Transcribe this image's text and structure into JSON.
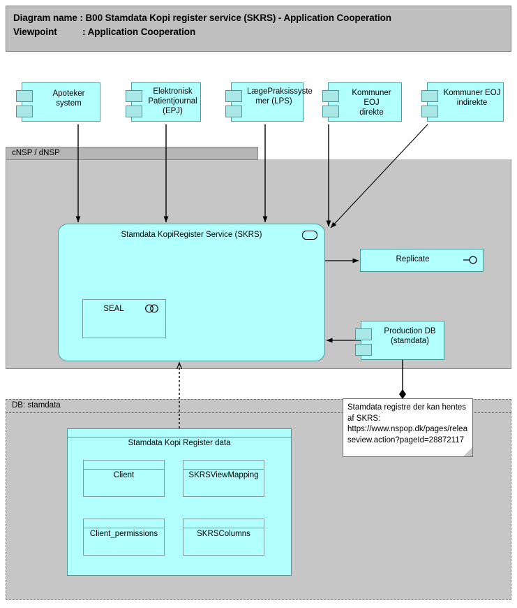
{
  "header": {
    "diagram_name_key": "Diagram name",
    "diagram_name_value": ": B00 Stamdata Kopi register service (SKRS) - Application Cooperation",
    "viewpoint_key": "Viewpoint",
    "viewpoint_value": ": Application Cooperation",
    "line1": "Diagram name : B00 Stamdata Kopi register service (SKRS) - Application Cooperation",
    "line2": "Viewpoint          : Application Cooperation"
  },
  "colors": {
    "element_fill": "#b2ffff",
    "element_border": "#4a9a9a",
    "group_fill": "#c6c6c6",
    "group_tab_fill": "#b5b5b5",
    "title_fill": "#bfbfbf",
    "note_fill": "#ffffff",
    "line": "#000000"
  },
  "top_components": [
    {
      "label": "Apoteker system"
    },
    {
      "label": "Elektronisk\nPatientjournal\n(EPJ)"
    },
    {
      "label": "LægePraksissyste\nmer (LPS)"
    },
    {
      "label": "Kommuner EOJ\ndirekte"
    },
    {
      "label": "Kommuner EOJ\nindirekte"
    }
  ],
  "groups": {
    "cnsp": {
      "label": "cNSP / dNSP"
    },
    "db": {
      "label": "DB: stamdata"
    }
  },
  "service": {
    "label": "Stamdata KopiRegister Service (SKRS)",
    "icon": "application-service-icon"
  },
  "seal": {
    "label": "SEAL",
    "icon": "application-collaboration-icon"
  },
  "replicate": {
    "label": "Replicate",
    "icon": "application-interface-icon"
  },
  "production_db": {
    "label": "Production DB\n(stamdata)"
  },
  "note": {
    "text": "Stamdata registre der kan hentes af SKRS: https://www.nspop.dk/pages/releaseview.action?pageId=28872117"
  },
  "data_container": {
    "label": "Stamdata Kopi Register data",
    "objects": [
      {
        "name": "Client"
      },
      {
        "name": "SKRSViewMapping"
      },
      {
        "name": "Client_permissions"
      },
      {
        "name": "SKRSColumns"
      }
    ]
  }
}
